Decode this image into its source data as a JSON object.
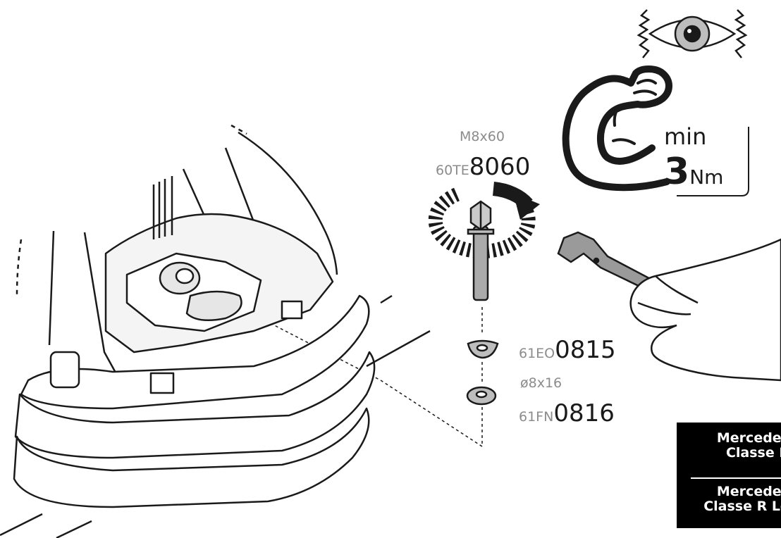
{
  "bolt": {
    "size": "M8x60",
    "code_prefix": "60TE",
    "code_number": "8060"
  },
  "spacer": {
    "code_prefix": "61EO",
    "code_number": "0815"
  },
  "washer": {
    "size": "ø8x16",
    "code_prefix": "61FN",
    "code_number": "0816"
  },
  "torque": {
    "label_min": "min",
    "value": "3",
    "unit": "Nm"
  },
  "models": [
    {
      "line1": "Mercedes",
      "line2": "Classe R"
    },
    {
      "line1": "Mercedes",
      "line2": "Classe R Lo"
    }
  ],
  "icons": [
    "eye-icon",
    "flexed-arm-icon",
    "rotation-arrow-icon",
    "wrench-icon"
  ]
}
